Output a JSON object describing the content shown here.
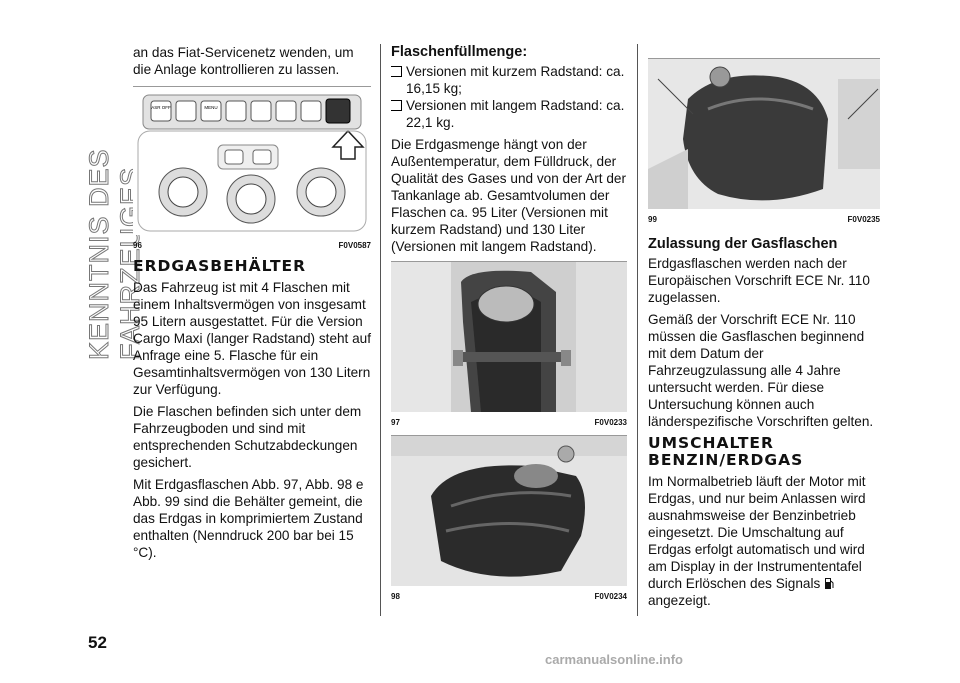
{
  "side_title": "KENNTNIS DES FAHRZEUGES",
  "page_number": "52",
  "footer": "carmanualsonline.info",
  "col1": {
    "intro": "an das Fiat-Servicenetz wenden, um die Anlage kontrollieren zu lassen.",
    "fig96": {
      "num": "96",
      "code": "F0V0587",
      "btn1": "ASR OFF",
      "btn3": "MENU"
    },
    "heading": "ERDGASBEHÄLTER",
    "p1": "Das Fahrzeug ist mit 4 Flaschen mit einem Inhaltsvermögen von insgesamt 95 Litern ausgestattet. Für die Version Cargo Maxi (langer Radstand) steht auf Anfrage eine 5. Flasche für ein Gesamtinhaltsvermögen von 130 Litern zur Verfügung.",
    "p2": "Die Flaschen befinden sich unter dem Fahrzeugboden und sind mit entsprechenden Schutzabdeckungen gesichert.",
    "p3": "Mit Erdgasflaschen Abb. 97, Abb. 98 e Abb. 99 sind die Behälter gemeint, die das Erdgas in komprimiertem Zustand enthalten (Nenndruck 200 bar bei 15 °C)."
  },
  "col2": {
    "heading": "Flaschenfüllmenge:",
    "b1": "Versionen mit kurzem Radstand: ca. 16,15 kg;",
    "b2": "Versionen mit langem Radstand: ca. 22,1 kg.",
    "p1": "Die Erdgasmenge hängt von der Außentemperatur, dem Fülldruck, der Qualität des Gases und von der Art der Tankanlage ab. Gesamtvolumen der Flaschen ca. 95 Liter (Versionen mit kurzem Radstand) und 130 Liter (Versionen mit langem Radstand).",
    "fig97": {
      "num": "97",
      "code": "F0V0233"
    },
    "fig98": {
      "num": "98",
      "code": "F0V0234"
    }
  },
  "col3": {
    "fig99": {
      "num": "99",
      "code": "F0V0235"
    },
    "heading1": "Zulassung der Gasflaschen",
    "p1": "Erdgasflaschen werden nach der Europäischen Vorschrift ECE Nr. 110 zugelassen.",
    "p2": "Gemäß der Vorschrift ECE Nr. 110 müssen die Gasflaschen beginnend mit dem Datum der Fahrzeugzulassung alle 4 Jahre untersucht werden. Für diese Untersuchung können auch länderspezifische Vorschriften gelten.",
    "heading2a": "UMSCHALTER",
    "heading2b": "BENZIN/ERDGAS",
    "p3": "Im Normalbetrieb läuft der Motor mit Erdgas, und nur beim Anlassen wird ausnahmsweise der Benzinbetrieb eingesetzt. Die Umschaltung auf Erdgas erfolgt automatisch und wird am Display in der Instrumententafel durch Erlöschen des Signals",
    "p3_end": "angezeigt."
  }
}
